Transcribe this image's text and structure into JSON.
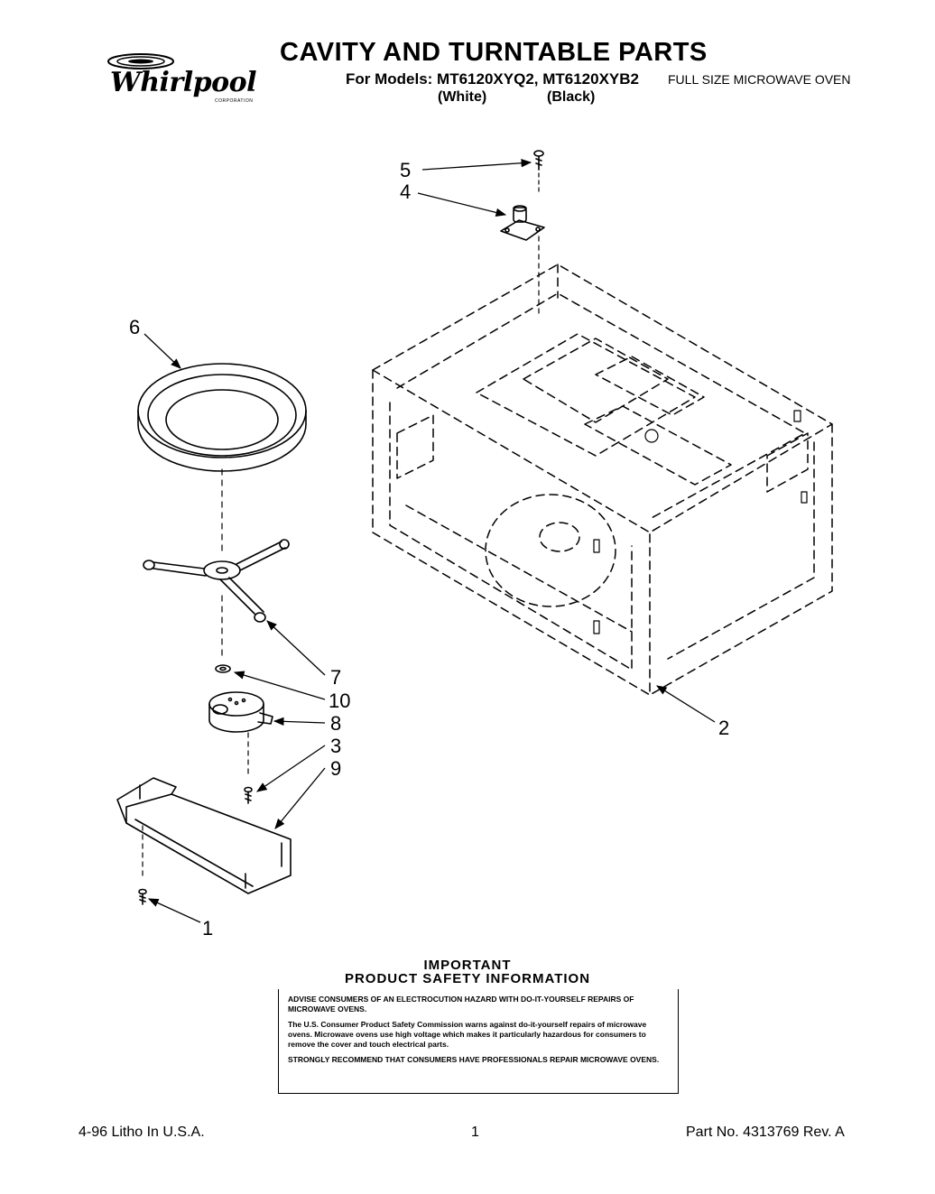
{
  "header": {
    "brand": "Whirlpool",
    "brand_sub": "CORPORATION",
    "title": "CAVITY AND TURNTABLE PARTS",
    "models_line": "For Models: MT6120XYQ2, MT6120XYB2",
    "color_white": "(White)",
    "color_black": "(Black)",
    "subtitle": "FULL SIZE MICROWAVE OVEN"
  },
  "callouts": [
    "1",
    "2",
    "3",
    "4",
    "5",
    "6",
    "7",
    "8",
    "9",
    "10"
  ],
  "important": {
    "heading1": "IMPORTANT",
    "heading2": "PRODUCT SAFETY INFORMATION",
    "para1": "ADVISE CONSUMERS OF AN ELECTROCUTION HAZARD WITH DO-IT-YOURSELF REPAIRS OF MICROWAVE OVENS.",
    "para2": "The U.S. Consumer Product Safety Commission warns against do-it-yourself repairs of microwave ovens. Microwave ovens use high voltage which makes it particularly hazardous for consumers to remove the cover and touch electrical parts.",
    "para3": "STRONGLY RECOMMEND THAT CONSUMERS HAVE PROFESSIONALS REPAIR MICROWAVE OVENS."
  },
  "footer": {
    "left": "4-96 Litho In U.S.A.",
    "center": "1",
    "right": "Part No. 4313769 Rev. A"
  }
}
